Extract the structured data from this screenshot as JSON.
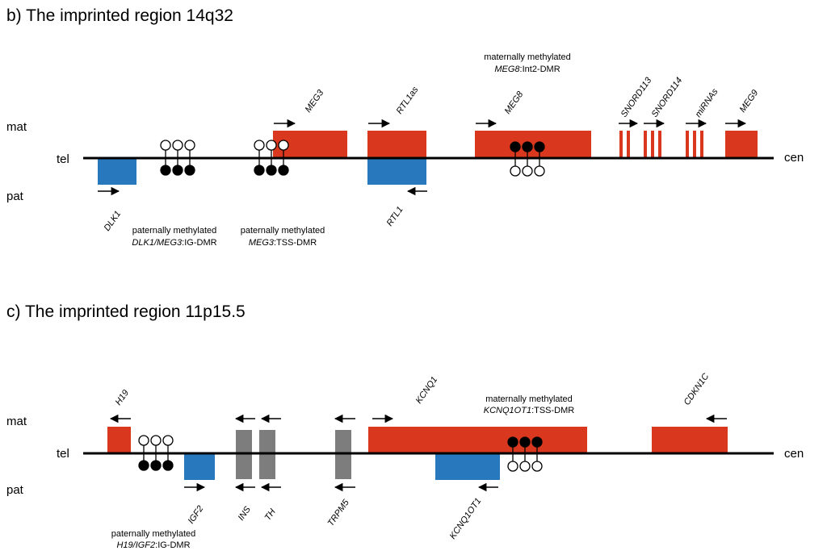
{
  "colors": {
    "maternal": "#d9381e",
    "paternal": "#2878be",
    "biallelic": "#7d7d7d",
    "chromosome": "#000000"
  },
  "panel_b": {
    "title": "b) The imprinted region 14q32",
    "mat": "mat",
    "pat": "pat",
    "tel": "tel",
    "cen": "cen",
    "genes": {
      "dlk1": "DLK1",
      "meg3": "MEG3",
      "rtl1as": "RTL1as",
      "rtl1": "RTL1",
      "meg8": "MEG8",
      "snord113": "SNORD113",
      "snord114": "SNORD114",
      "mirnas": "miRNAs",
      "meg9": "MEG9"
    },
    "dmrs": {
      "ig": {
        "line1": "paternally methylated",
        "it": "DLK1/MEG3",
        "rest": ":IG-DMR"
      },
      "tss": {
        "line1": "paternally methylated",
        "it": "MEG3",
        "rest": ":TSS-DMR"
      },
      "int2": {
        "line1": "maternally methylated",
        "it": "MEG8",
        "rest": ":Int2-DMR"
      }
    }
  },
  "panel_c": {
    "title": "c) The imprinted region 11p15.5",
    "mat": "mat",
    "pat": "pat",
    "tel": "tel",
    "cen": "cen",
    "genes": {
      "h19": "H19",
      "igf2": "IGF2",
      "ins": "INS",
      "th": "TH",
      "trpm5": "TRPM5",
      "kcnq1": "KCNQ1",
      "kcnq1ot1": "KCNQ1OT1",
      "cdkn1c": "CDKN1C"
    },
    "dmrs": {
      "h19ig": {
        "line1": "paternally methylated",
        "it": "H19/IGF2",
        "rest": ":IG-DMR"
      },
      "kcnq": {
        "line1": "maternally methylated",
        "it": "KCNQ1OT1",
        "rest": ":TSS-DMR"
      }
    }
  }
}
